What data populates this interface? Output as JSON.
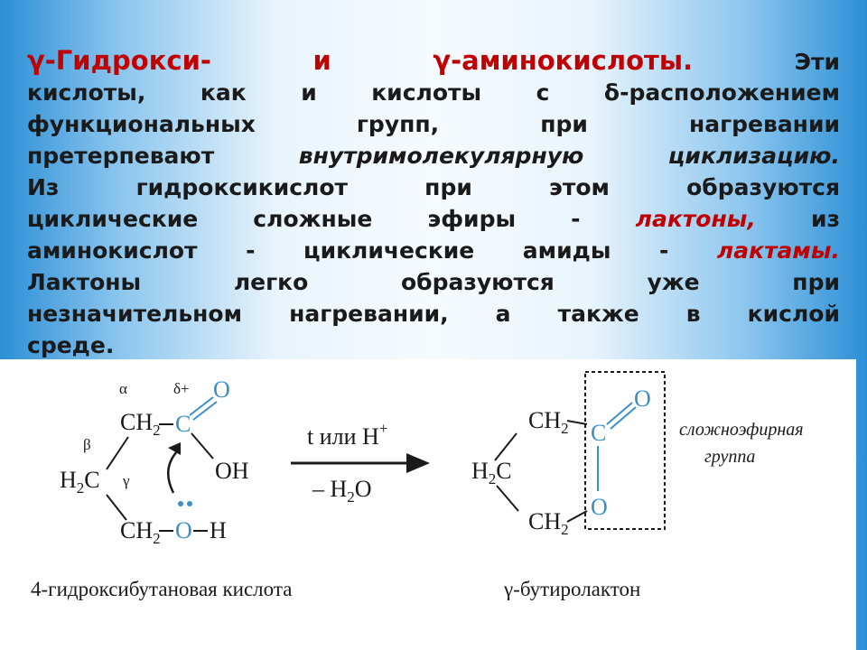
{
  "text": {
    "l1_gamma1": "γ",
    "l1_hydroxy": "-Гидрокси-",
    "l1_and": "и",
    "l1_gamma2": "γ",
    "l1_amino": "-аминокислоты.",
    "l1_rest": "Эти",
    "l2": "кислоты, как и кислоты с δ-расположением",
    "l3": "функциональных групп, при нагревании",
    "l4_a": "претерпевают",
    "l4_b": "внутримолекулярную циклизацию.",
    "l5": "Из гидроксикислот при этом образуются",
    "l6_a": "циклические сложные эфиры -",
    "l6_b": "лактоны,",
    "l6_c": "из",
    "l7_a": "аминокислот - циклические амиды -",
    "l7_b": "лактамы.",
    "l8": "Лактоны легко образуются уже при",
    "l9": "незначительном нагревании, а также в кислой",
    "l10": "среде."
  },
  "scheme": {
    "reactant": {
      "alpha": "α",
      "beta": "β",
      "gamma": "γ",
      "delta": "δ+",
      "ch2": "CH",
      "sub2": "2",
      "h2c": "H",
      "c_label": "C",
      "c_carbonyl": "C",
      "o_carbonyl": "O",
      "oh": "OH",
      "o_hydroxyl": "O",
      "h_hydroxyl": "H",
      "caption": "4-гидроксибутановая кислота"
    },
    "arrow": {
      "top": "t или H",
      "plus": "+",
      "bottom": "– H",
      "bottom_sub": "2",
      "bottom_o": "O"
    },
    "product": {
      "ch2": "CH",
      "sub2": "2",
      "h2c": "H",
      "c_label": "C",
      "c_carbonyl": "C",
      "o_carbonyl": "O",
      "o_ring": "O",
      "note1": "сложноэфирная",
      "note2": "группа",
      "caption": "γ-бутиролактон"
    }
  }
}
